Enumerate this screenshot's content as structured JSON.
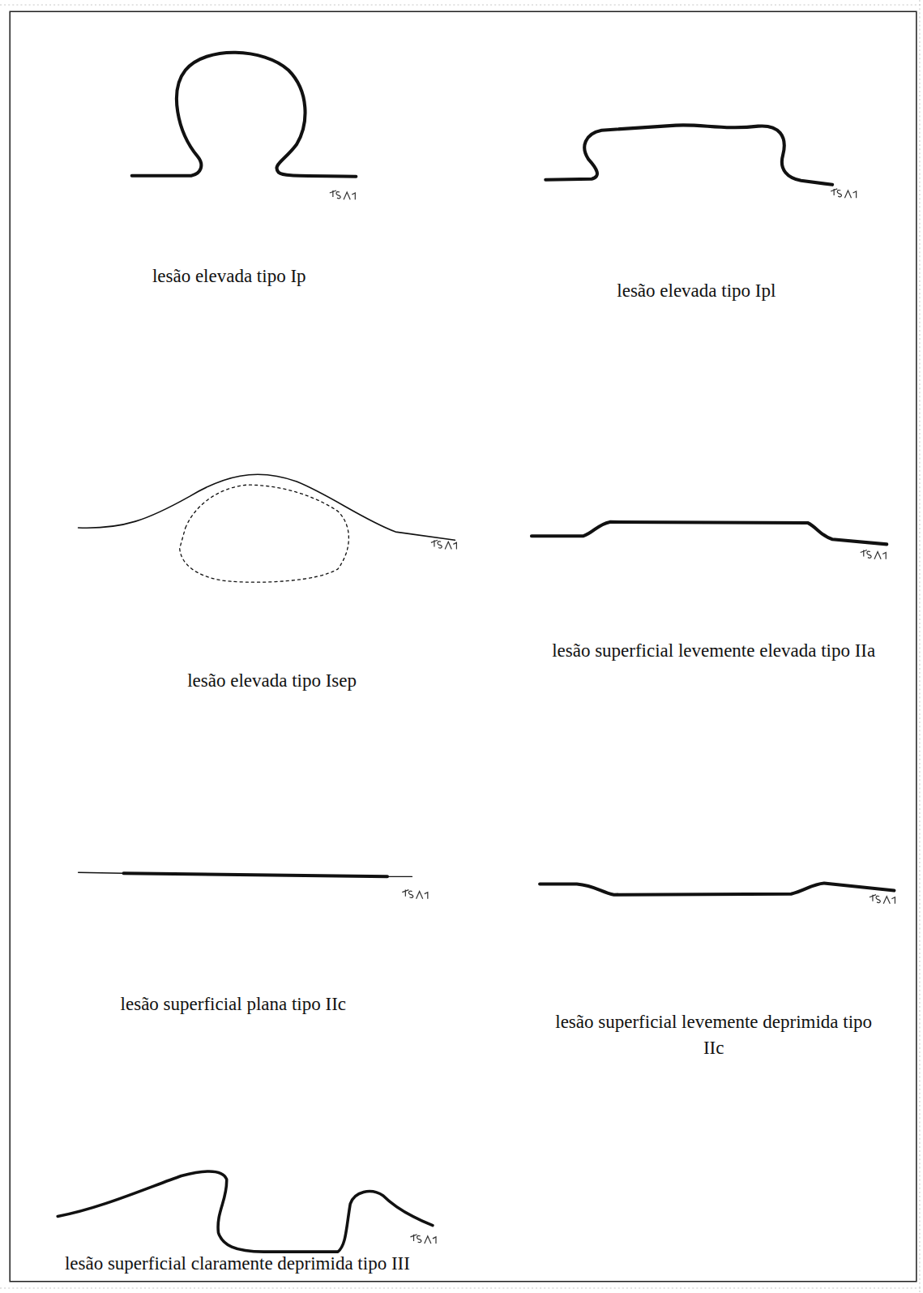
{
  "diagram": {
    "labels": [
      "lesão elevada tipo Ip",
      "lesão elevada tipo Ipl",
      "lesão elevada tipo Isep",
      "lesão superficial levemente elevada tipo IIa",
      "lesão superficial plana tipo IIc",
      "lesão superficial levemente deprimida tipo IIc",
      "lesão superficial claramente deprimida tipo III"
    ]
  }
}
